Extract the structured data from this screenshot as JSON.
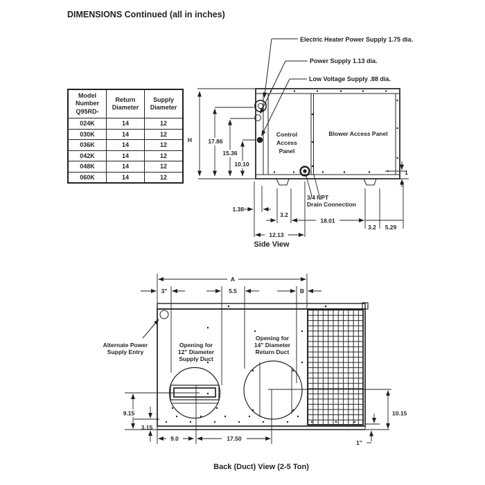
{
  "title": "DIMENSIONS Continued (all in inches)",
  "table": {
    "headers": [
      [
        "Model",
        "Number",
        "Q95RD-"
      ],
      [
        "Return",
        "Diameter"
      ],
      [
        "Supply",
        "Diameter"
      ]
    ],
    "rows": [
      {
        "model": "024K",
        "return_diameter": "14",
        "supply_diameter": "12"
      },
      {
        "model": "030K",
        "return_diameter": "14",
        "supply_diameter": "12"
      },
      {
        "model": "036K",
        "return_diameter": "14",
        "supply_diameter": "12"
      },
      {
        "model": "042K",
        "return_diameter": "14",
        "supply_diameter": "12"
      },
      {
        "model": "048K",
        "return_diameter": "14",
        "supply_diameter": "12"
      },
      {
        "model": "060K",
        "return_diameter": "14",
        "supply_diameter": "12"
      }
    ]
  },
  "side_view": {
    "caption": "Side View",
    "callouts": [
      "Electric Heater Power Supply 1.75 dia.",
      "Power Supply 1.13 dia.",
      "Low Voltage Supply .88 dia."
    ],
    "control_panel_label": [
      "Control",
      "Access",
      "Panel"
    ],
    "blower_panel_label": "Blower Access Panel",
    "drain_label": [
      "3/4 NPT",
      "Drain Connection"
    ],
    "dims": {
      "overall_height": "H",
      "heater_supply_height": "17.86",
      "power_supply_height": "15.36",
      "low_voltage_height": "10.10",
      "flange": "1.38",
      "foot_width_left": "3.2",
      "foot_spacing": "18.01",
      "foot_width_right": "3.2",
      "corner_offset": "5.29",
      "drain_from_back": "12.13",
      "base_height": "1"
    }
  },
  "back_view": {
    "caption": "Back (Duct) View (2-5 Ton)",
    "alt_power_label": [
      "Alternate Power",
      "Supply Entry"
    ],
    "supply_opening_label": [
      "Opening for",
      "12\" Diameter",
      "Supply Duct"
    ],
    "return_opening_label": [
      "Opening for",
      "14\" Diameter",
      "Return Duct"
    ],
    "dims": {
      "overall_width": "A",
      "corner_to_panel": "3\"",
      "between_openings": "5.5",
      "panel_to_grille": "B",
      "supply_center_height": "9.15",
      "seam_height": "3.15",
      "side_to_supply_center": "9.0",
      "supply_to_return": "17.50",
      "return_center_height": "10.15",
      "base_height": "1\""
    }
  },
  "colors": {
    "line": "#231f20",
    "background": "#ffffff"
  }
}
